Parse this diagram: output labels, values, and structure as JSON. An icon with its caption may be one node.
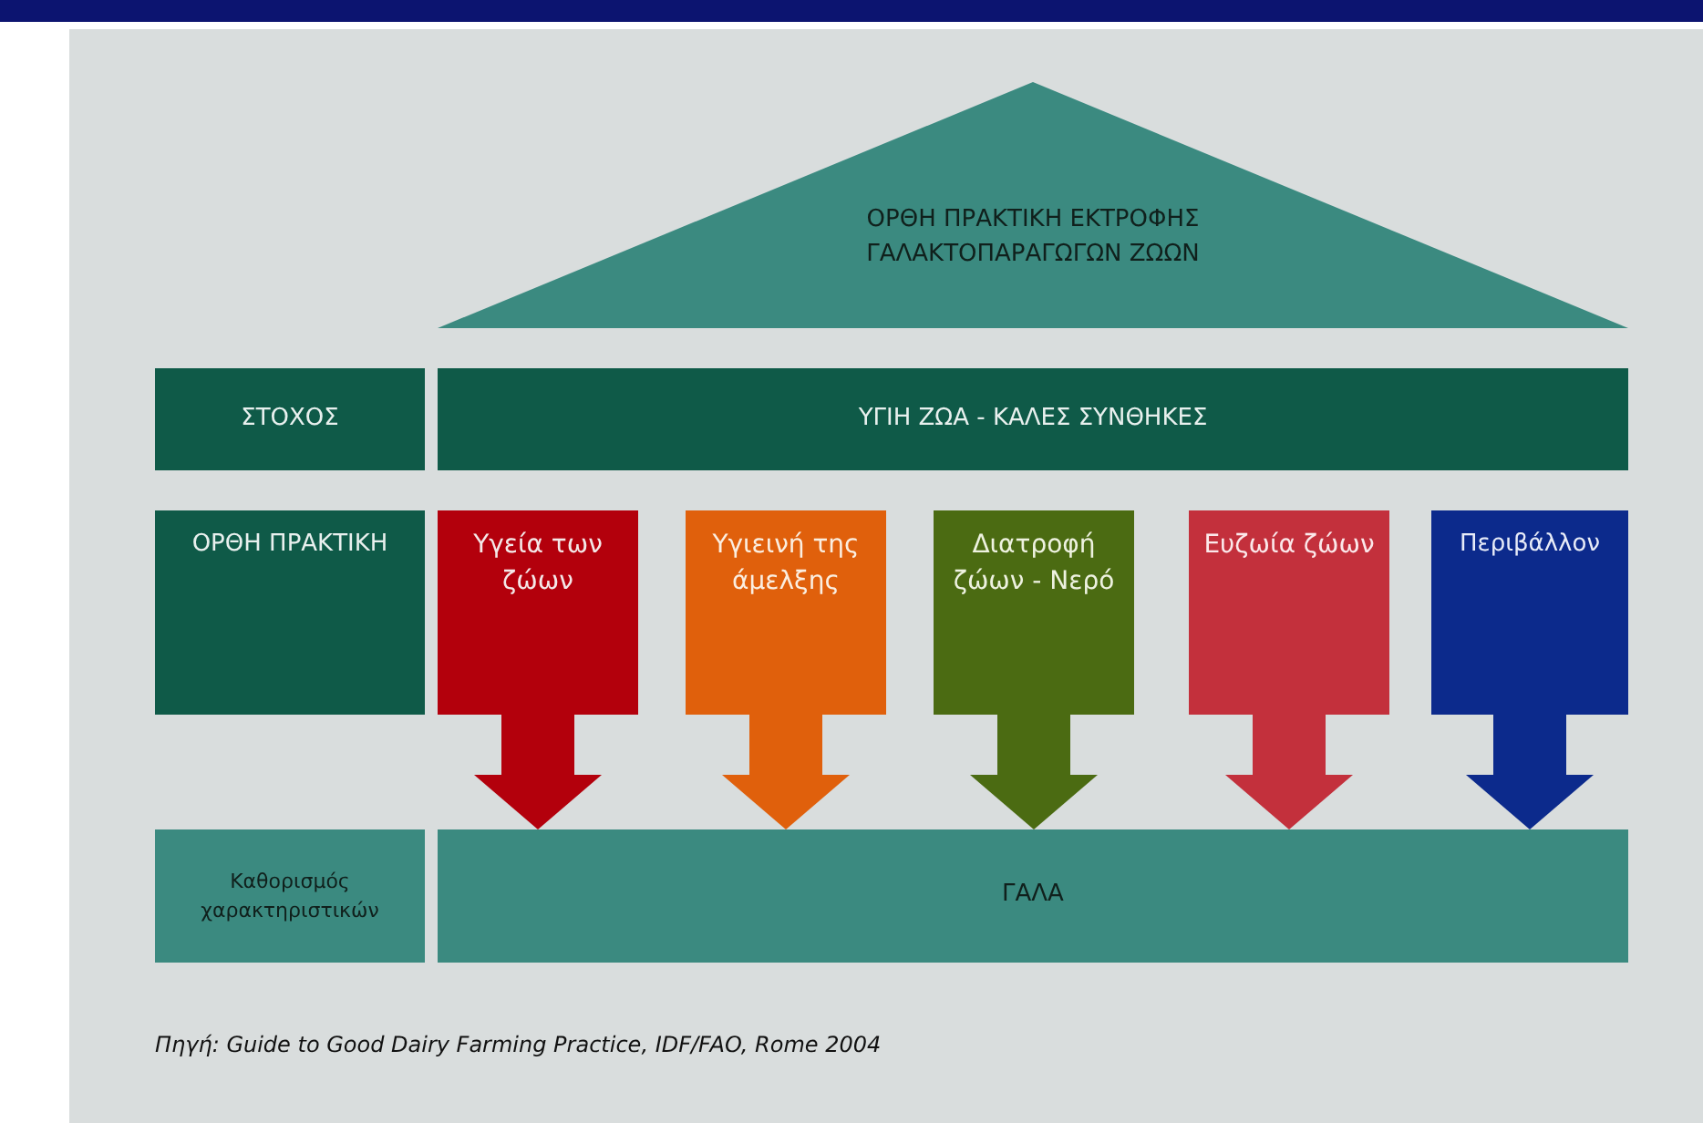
{
  "diagram": {
    "caption": "Πηγή: Guide to Good Dairy Farming Practice, IDF/FAO, Rome 2004",
    "nodes": [
      {
        "text": [
          "ΟΡΘΗ ΠΡΑΚΤΙΚΗ ΕΚΤΡΟΦΗΣ ΓΑΛΑΚΤΟΠΑΡΑΓΩΓΩΝ ΖΩΩΝ"
        ]
      },
      {
        "text": [
          "ΣΤΟΧΟΣ"
        ]
      },
      {
        "text": [
          "ΥΓΙΗ ΖΩΑ - ΚΑΛΕΣ ΣΥΝΘΗΚΕΣ"
        ]
      },
      {
        "text": [
          "ΟΡΘΗ ΠΡΑΚΤΙΚΗ"
        ]
      },
      {
        "text": [
          "Υγεία των ζώων"
        ]
      },
      {
        "text": [
          "Υγιεινή της άμελξης"
        ]
      },
      {
        "text": [
          "Διατροφή ζώων - Νερό"
        ]
      },
      {
        "text": [
          "Ευζωία ζώων"
        ]
      },
      {
        "text": [
          "Περιβάλλον"
        ]
      },
      {
        "text": [
          "Καθορισμός χαρακτηριστικών"
        ]
      },
      {
        "text": [
          "ΓΑΛΑ"
        ]
      }
    ],
    "edges": [
      {
        "from": 4,
        "to": 10,
        "arrow": "to",
        "color": "#b3000c"
      },
      {
        "from": 5,
        "to": 10,
        "arrow": "to",
        "color": "#e0600c"
      },
      {
        "from": 6,
        "to": 10,
        "arrow": "to",
        "color": "#4b6b12"
      },
      {
        "from": 7,
        "to": 10,
        "arrow": "to",
        "color": "#c3303c"
      },
      {
        "from": 8,
        "to": 10,
        "arrow": "to",
        "color": "#0c2a8c"
      }
    ]
  }
}
